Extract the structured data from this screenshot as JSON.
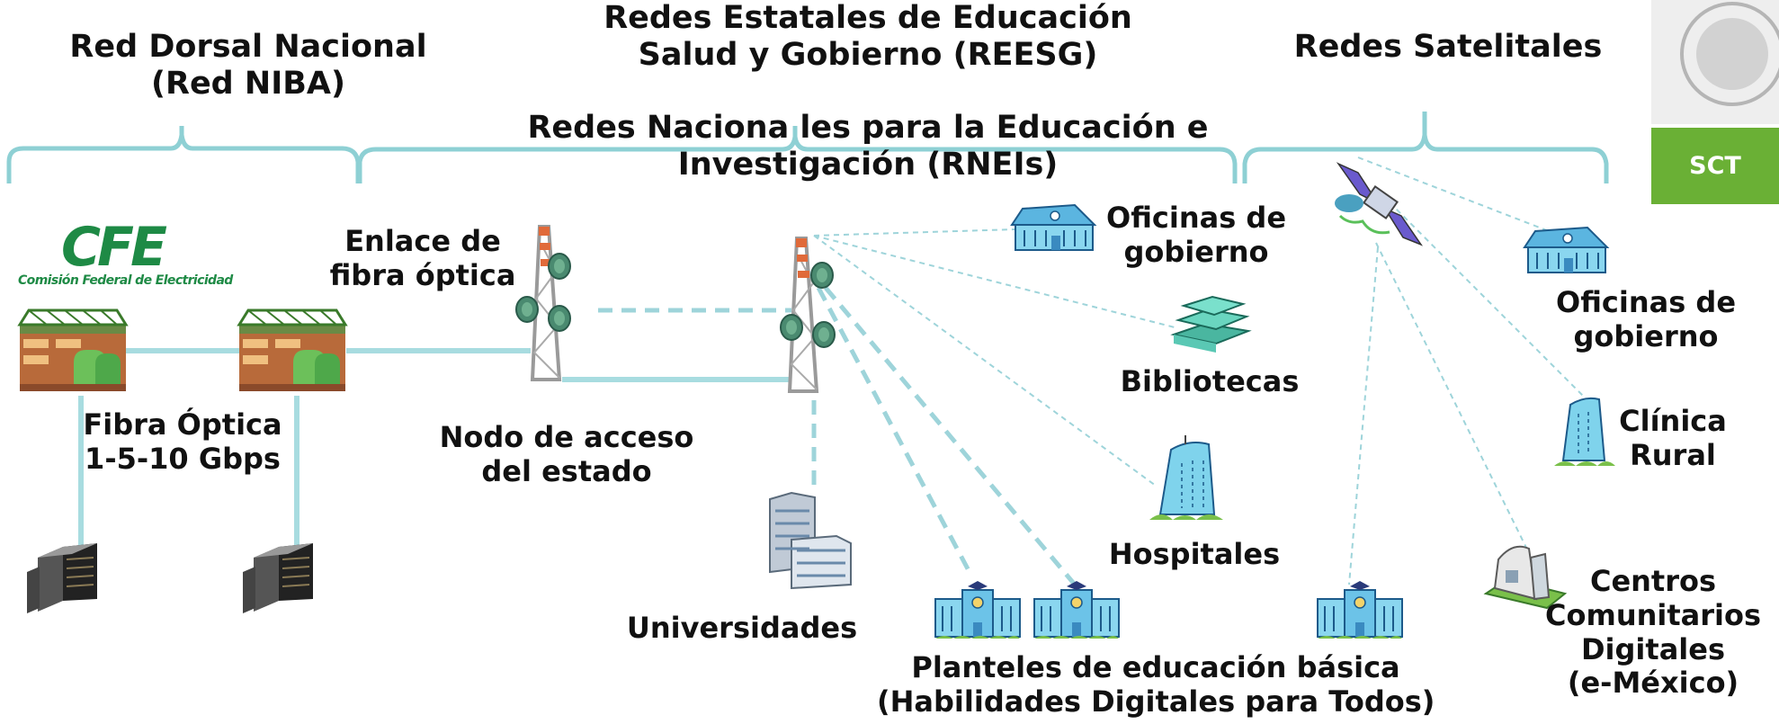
{
  "headers": {
    "red_dorsal": [
      "Red Dorsal Nacional",
      "(Red NIBA)"
    ],
    "reesg": [
      "Redes Estatales de Educación",
      "Salud y Gobierno (REESG)"
    ],
    "satelitales": "Redes  Satelitales",
    "rneis": [
      "Redes Naciona les para la Educación e",
      "Investigación (RNEIs)"
    ]
  },
  "logos": {
    "cfe": "CFE",
    "cfe_subtitle": "Comisión Federal de Electricidad",
    "sct": "SCT"
  },
  "labels": {
    "enlace": [
      "Enlace de",
      "fibra óptica"
    ],
    "fibra": [
      "Fibra Óptica",
      "1-5-10 Gbps"
    ],
    "nodo": [
      "Nodo de acceso",
      "del estado"
    ],
    "universidades": "Universidades",
    "oficinas_left": [
      "Oficinas de",
      "gobierno"
    ],
    "bibliotecas": "Bibliotecas",
    "hospitales": "Hospitales",
    "planteles": [
      "Planteles de educación básica",
      "(Habilidades Digitales para Todos)"
    ],
    "oficinas_right": [
      "Oficinas de",
      "gobierno"
    ],
    "clinica": [
      "Clínica",
      "Rural"
    ],
    "centros": [
      "Centros",
      "Comunitarios",
      "Digitales",
      "(e-México)"
    ]
  },
  "icons": [
    "power-plant-icon",
    "server-icon",
    "antenna-tower-icon",
    "satellite-icon",
    "government-office-icon",
    "books-icon",
    "hospital-icon",
    "school-icon",
    "university-building-icon",
    "community-center-icon",
    "clinic-icon",
    "seal-icon"
  ],
  "colors": {
    "link_line": "#a8dce0",
    "dashed_line": "#9ed4da",
    "bracket": "#8ed0d4",
    "sct_green": "#6ab035",
    "cfe_green": "#1e8a45",
    "building_blue": "#7fd3ec"
  }
}
